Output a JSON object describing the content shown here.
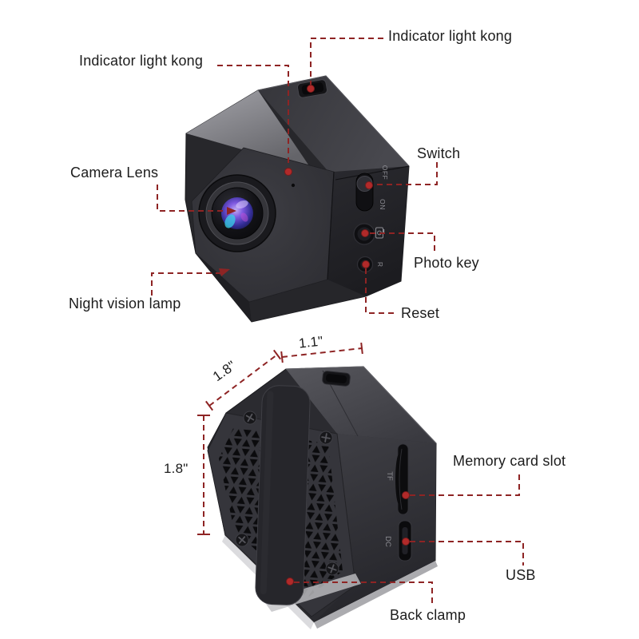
{
  "title": "Mini cube camera annotated diagram (front and back views)",
  "colors": {
    "background": "#ffffff",
    "annotation_line": "#8e2424",
    "annotation_dot": "#b12a2a",
    "label_text": "#1c1c1c",
    "body_dark": "#2a2a2e",
    "facet_light": "#96969b",
    "lens_iris_purple": "#7e58e0",
    "lens_iris_cyan": "#3ad2e8"
  },
  "front_view": {
    "labels": {
      "indicator_top": "Indicator light kong",
      "indicator_front": "Indicator light kong",
      "camera_lens": "Camera Lens",
      "night_vision_lamp": "Night vision lamp",
      "switch": "Switch",
      "photo_key": "Photo key",
      "reset": "Reset"
    },
    "markings": {
      "switch_off": "OFF",
      "switch_on": "ON",
      "reset": "R"
    }
  },
  "back_view": {
    "labels": {
      "memory_card_slot": "Memory card slot",
      "usb": "USB",
      "back_clamp": "Back clamp"
    },
    "markings": {
      "tf": "TF",
      "dc": "DC"
    },
    "dimensions": {
      "top_width": "1.1\"",
      "top_depth": "1.8\"",
      "height": "1.8\""
    }
  }
}
